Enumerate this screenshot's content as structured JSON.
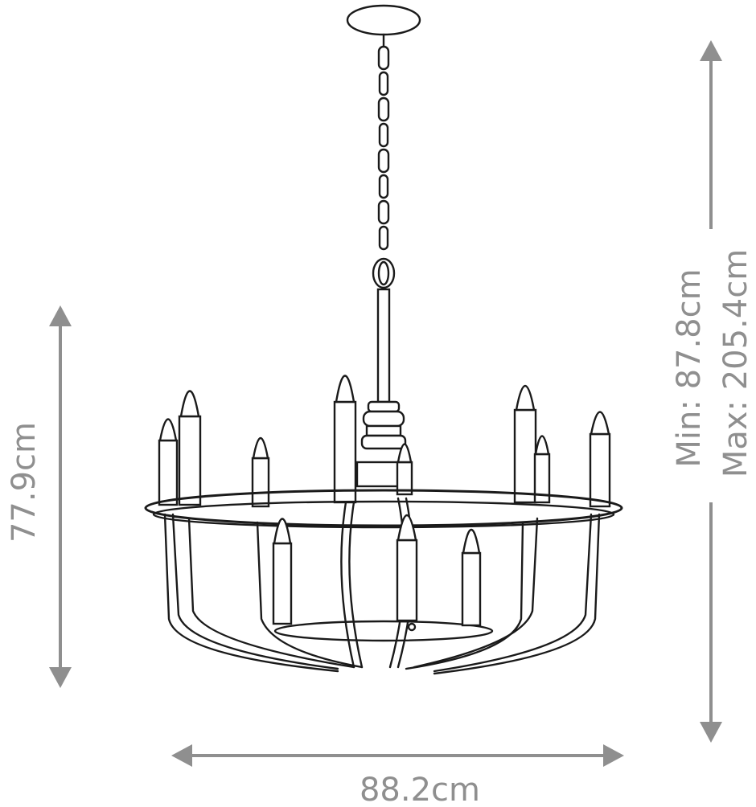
{
  "dimensions": {
    "height": "77.9cm",
    "drop_min": "Min: 87.8cm",
    "drop_max": "Max: 205.4cm",
    "width": "88.2cm"
  },
  "colors": {
    "dimension": "#8f8f8f",
    "line": "#1a1a1a"
  }
}
